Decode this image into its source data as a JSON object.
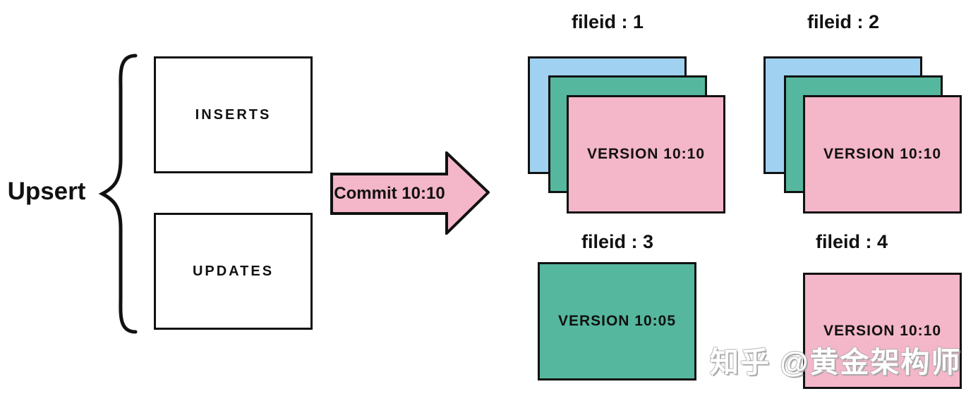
{
  "diagram": {
    "upsert_label": "Upsert",
    "inputs": [
      {
        "label": "INSERTS"
      },
      {
        "label": "UPDATES"
      }
    ],
    "arrow_label": "Commit 10:10",
    "file_groups": [
      {
        "id": "fileid : 1",
        "type": "stack",
        "version": "VERSION 10:10"
      },
      {
        "id": "fileid : 2",
        "type": "stack",
        "version": "VERSION 10:10"
      },
      {
        "id": "fileid : 3",
        "type": "single-teal",
        "version": "VERSION 10:05"
      },
      {
        "id": "fileid : 4",
        "type": "single-pink",
        "version": "VERSION 10:10"
      }
    ],
    "colors": {
      "pink": "#F4B6C9",
      "blue": "#A0D1F0",
      "teal": "#55B79E",
      "outline": "#111111"
    }
  },
  "watermark": {
    "text": "知乎 @黄金架构师"
  }
}
